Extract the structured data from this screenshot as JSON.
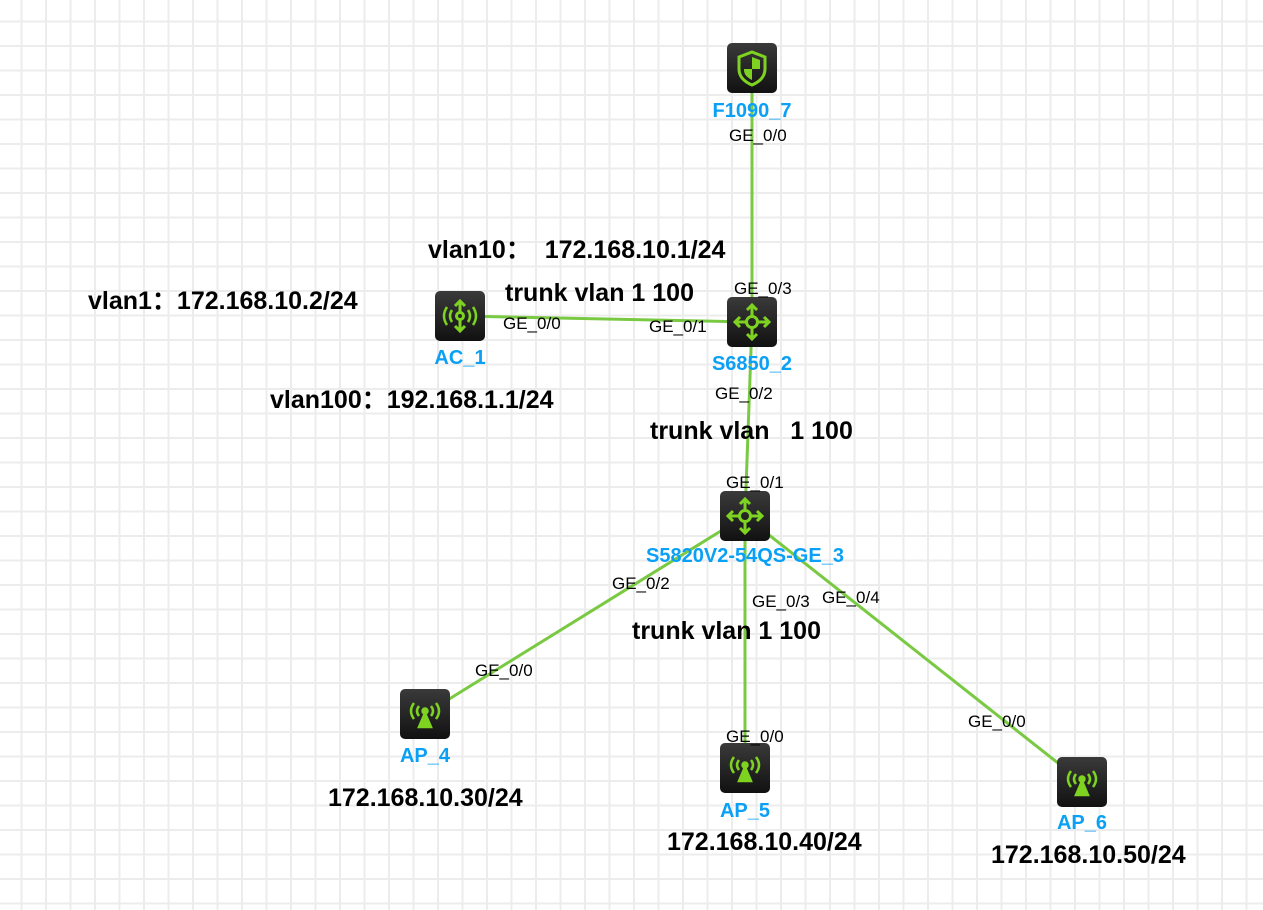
{
  "colors": {
    "link": "#7ac943",
    "device_name": "#0aa0f5",
    "icon": "#7ed321",
    "grid": "#ececec"
  },
  "devices": {
    "firewall": {
      "name": "F1090_7",
      "icon": "shield-icon"
    },
    "ac": {
      "name": "AC_1",
      "icon": "wireless-controller-icon"
    },
    "core": {
      "name": "S6850_2",
      "icon": "switch-icon"
    },
    "access": {
      "name": "S5820V2-54QS-GE_3",
      "icon": "switch-icon"
    },
    "ap4": {
      "name": "AP_4",
      "icon": "access-point-icon"
    },
    "ap5": {
      "name": "AP_5",
      "icon": "access-point-icon"
    },
    "ap6": {
      "name": "AP_6",
      "icon": "access-point-icon"
    }
  },
  "ports": {
    "fw_ge00": "GE_0/0",
    "core_ge03": "GE_0/3",
    "ac_ge00": "GE_0/0",
    "core_ge01": "GE_0/1",
    "core_ge02": "GE_0/2",
    "acc_ge01": "GE_0/1",
    "acc_ge02": "GE_0/2",
    "acc_ge03": "GE_0/3",
    "acc_ge04": "GE_0/4",
    "ap4_ge00": "GE_0/0",
    "ap5_ge00": "GE_0/0",
    "ap6_ge00": "GE_0/0"
  },
  "notes": {
    "vlan10": "vlan10：  172.168.10.1/24",
    "vlan1": "vlan1：172.168.10.2/24",
    "trunk_ac": "trunk vlan 1 100",
    "vlan100": "vlan100：192.168.1.1/24",
    "trunk_core": "trunk vlan   1 100",
    "trunk_access": "trunk vlan 1 100",
    "ap4_ip": "172.168.10.30/24",
    "ap5_ip": "172.168.10.40/24",
    "ap6_ip": "172.168.10.50/24"
  }
}
